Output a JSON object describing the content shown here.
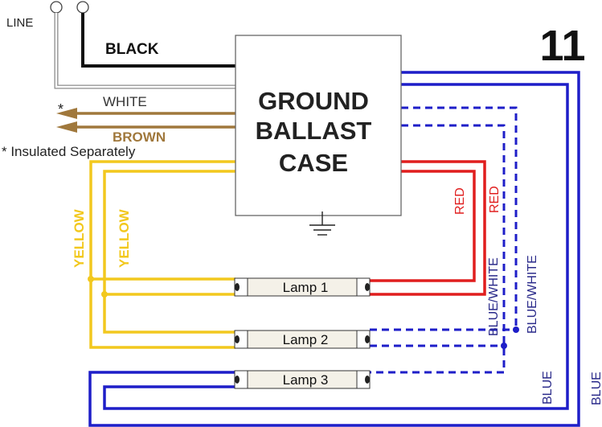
{
  "diagram_number": "11",
  "ballast": {
    "line1": "GROUND",
    "line2": "BALLAST",
    "line3": "CASE"
  },
  "labels": {
    "line": "LINE",
    "black": "BLACK",
    "white": "WHITE",
    "brown": "BROWN",
    "asterisk": "*",
    "insulated_note": "* Insulated Separately",
    "yellow_1": "YELLOW",
    "yellow_2": "YELLOW",
    "red_1": "RED",
    "red_2": "RED",
    "blue_white_1": "BLUE/WHITE",
    "blue_white_2": "BLUE/WHITE",
    "blue_1": "BLUE",
    "blue_2": "BLUE"
  },
  "lamps": [
    {
      "label": "Lamp 1"
    },
    {
      "label": "Lamp 2"
    },
    {
      "label": "Lamp 3"
    }
  ],
  "colors": {
    "black_wire": "#111111",
    "white_wire": "#8c8c8c",
    "brown_wire": "#a0783c",
    "brown_text": "#a0783c",
    "yellow_wire": "#f2c81e",
    "yellow_text": "#f2c81e",
    "red_wire": "#e01e1e",
    "red_text": "#e01e1e",
    "blue_wire": "#1e1ec8",
    "blue_text": "#2a2a8a",
    "lamp_fill": "#f4f1e8"
  }
}
